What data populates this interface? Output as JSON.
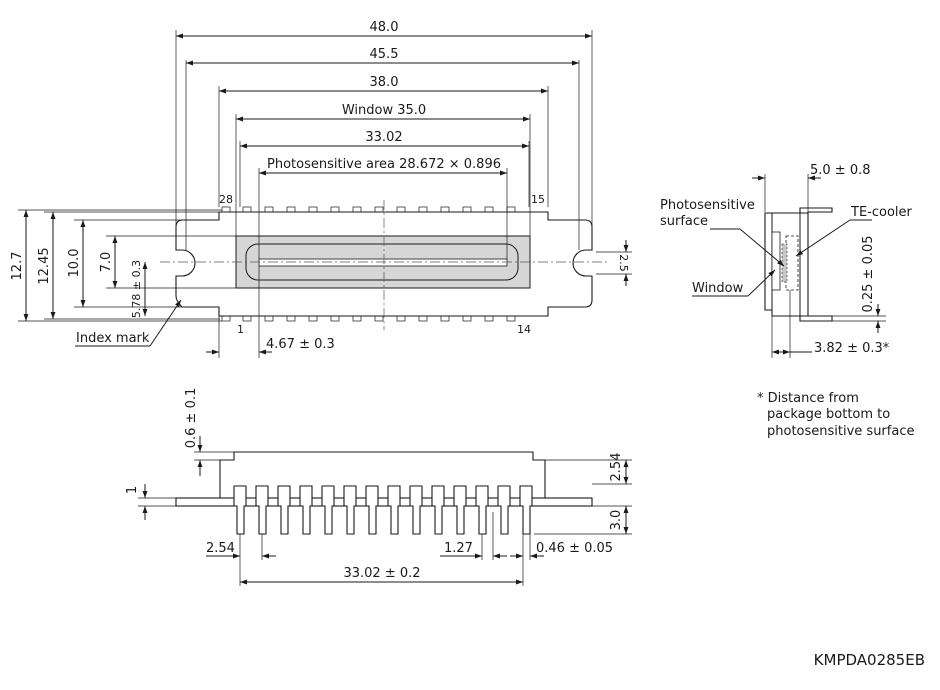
{
  "top_view": {
    "dim_overall_width": "48.0",
    "dim_hole_spacing": "45.5",
    "dim_body_width": "38.0",
    "dim_window": "Window 35.0",
    "dim_pin_span": "33.02",
    "dim_photosensitive": "Photosensitive area 28.672 × 0.896",
    "pin_28": "28",
    "pin_15": "15",
    "pin_1": "1",
    "pin_14": "14",
    "dim_height_12_7": "12.7",
    "dim_height_12_45": "12.45",
    "dim_height_10_0": "10.0",
    "dim_height_7_0": "7.0",
    "dim_offset_5_78": "5.78 ± 0.3",
    "dim_hole_2_5": "2.5",
    "dim_offset_4_67": "4.67 ± 0.3",
    "label_index_mark": "Index mark"
  },
  "side_view": {
    "dim_5_0": "5.0 ± 0.8",
    "label_photosensitive_surface_1": "Photosensitive",
    "label_photosensitive_surface_2": "surface",
    "label_te_cooler": "TE-cooler",
    "dim_0_25": "0.25 ± 0.05",
    "label_window": "Window",
    "dim_3_82": "3.82 ± 0.3*"
  },
  "note": {
    "line1": "* Distance from",
    "line2": "package bottom to",
    "line3": "photosensitive surface"
  },
  "front_view": {
    "dim_0_6": "0.6 ± 0.1",
    "dim_2_54_right": "2.54",
    "dim_1": "1",
    "dim_3_0": "3.0",
    "dim_2_54_pitch": "2.54",
    "dim_1_27": "1.27",
    "dim_0_46": "0.46 ± 0.05",
    "dim_33_02": "33.02 ± 0.2"
  },
  "drawing_code": "KMPDA0285EB"
}
